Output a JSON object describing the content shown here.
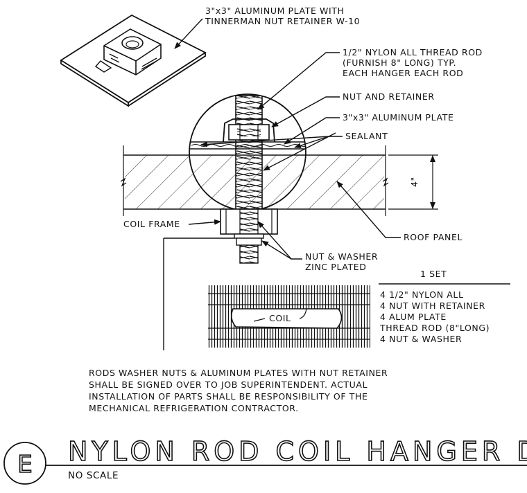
{
  "callouts": {
    "plate_top_line1": "3\"x3\" ALUMINUM PLATE WITH",
    "plate_top_line2": "TINNERMAN NUT RETAINER W-10",
    "rod_line1": "1/2\" NYLON ALL THREAD ROD",
    "rod_line2": "(FURNISH 8\" LONG) TYP.",
    "rod_line3": "EACH HANGER EACH ROD",
    "nut_retainer": "NUT AND RETAINER",
    "alum_plate": "3\"x3\" ALUMINUM PLATE",
    "sealant": "SEALANT",
    "dimension": "4\"",
    "coil_frame": "COIL FRAME",
    "roof_panel": "ROOF PANEL",
    "nut_washer_line1": "NUT & WASHER",
    "nut_washer_line2": "ZINC PLATED",
    "coil": "COIL"
  },
  "set_list": {
    "title": "1 SET",
    "items": [
      "4 1/2\" NYLON ALL",
      "4 NUT WITH RETAINER",
      "4 ALUM PLATE",
      "THREAD ROD (8\"LONG)",
      "4 NUT & WASHER"
    ]
  },
  "notes": [
    "RODS WASHER NUTS & ALUMINUM PLATES WITH NUT RETAINER",
    "SHALL BE SIGNED OVER TO JOB SUPERINTENDENT. ACTUAL",
    "INSTALLATION OF PARTS SHALL BE RESPONSIBILITY OF THE",
    "MECHANICAL REFRIGERATION CONTRACTOR."
  ],
  "title_block": {
    "detail_letter": "E",
    "title": "NYLON ROD COIL HANGER DETAI",
    "scale": "NO SCALE"
  }
}
